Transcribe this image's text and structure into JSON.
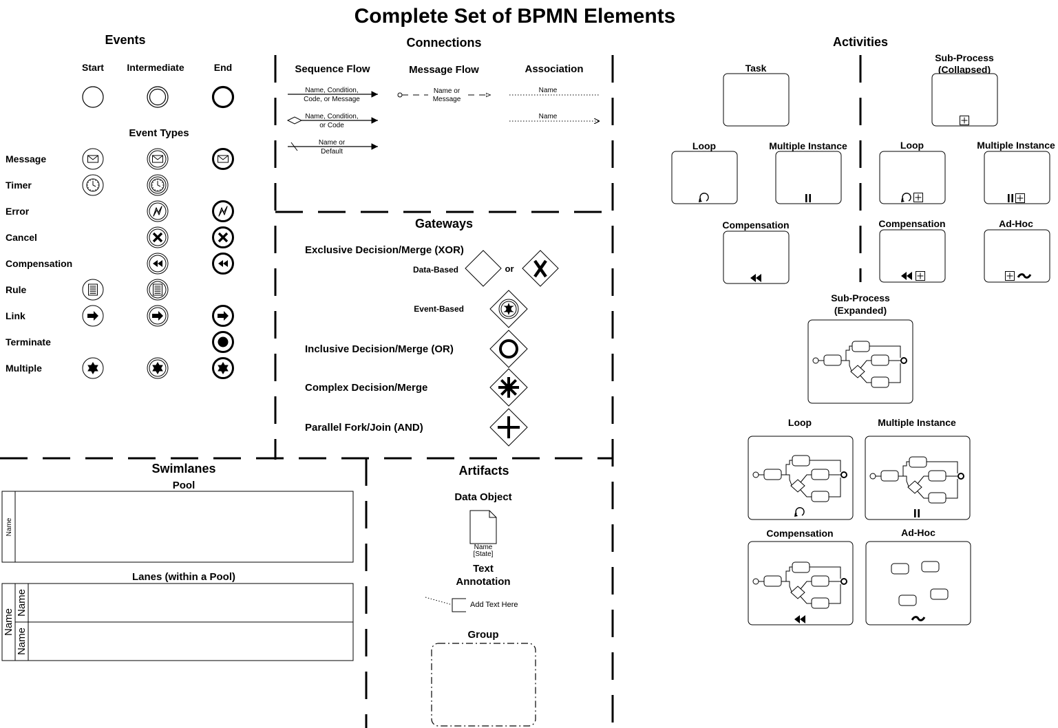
{
  "title": "Complete Set of BPMN Elements",
  "events": {
    "heading": "Events",
    "columns": [
      "Start",
      "Intermediate",
      "End"
    ],
    "types_heading": "Event Types",
    "types": [
      {
        "label": "Message",
        "icon": "envelope-icon",
        "start": true,
        "intermediate": true,
        "end": true
      },
      {
        "label": "Timer",
        "icon": "clock-icon",
        "start": true,
        "intermediate": true,
        "end": false
      },
      {
        "label": "Error",
        "icon": "lightning-icon",
        "start": false,
        "intermediate": true,
        "end": true
      },
      {
        "label": "Cancel",
        "icon": "x-icon",
        "start": false,
        "intermediate": true,
        "end": true
      },
      {
        "label": "Compensation",
        "icon": "rewind-icon",
        "start": false,
        "intermediate": true,
        "end": true
      },
      {
        "label": "Rule",
        "icon": "document-lines-icon",
        "start": true,
        "intermediate": true,
        "end": false
      },
      {
        "label": "Link",
        "icon": "arrow-right-icon",
        "start": true,
        "intermediate": true,
        "end": true
      },
      {
        "label": "Terminate",
        "icon": "filled-circle-icon",
        "start": false,
        "intermediate": false,
        "end": true
      },
      {
        "label": "Multiple",
        "icon": "star-icon",
        "start": true,
        "intermediate": true,
        "end": true
      }
    ]
  },
  "connections": {
    "heading": "Connections",
    "sequence_flow": {
      "heading": "Sequence Flow",
      "items": [
        {
          "line1": "Name, Condition,",
          "line2": "Code, or Message",
          "marker": "normal"
        },
        {
          "line1": "Name, Condition,",
          "line2": "or Code",
          "marker": "conditional"
        },
        {
          "line1": "Name or",
          "line2": "Default",
          "marker": "default"
        }
      ]
    },
    "message_flow": {
      "heading": "Message Flow",
      "line1": "Name or",
      "line2": "Message"
    },
    "association": {
      "heading": "Association",
      "items": [
        "Name",
        "Name"
      ]
    }
  },
  "gateways": {
    "heading": "Gateways",
    "xor": {
      "label": "Exclusive Decision/Merge (XOR)",
      "data_based": "Data-Based",
      "or": "or",
      "event_based": "Event-Based"
    },
    "items": [
      {
        "label": "Inclusive Decision/Merge (OR)",
        "marker": "circle-icon"
      },
      {
        "label": "Complex Decision/Merge",
        "marker": "asterisk-icon"
      },
      {
        "label": "Parallel Fork/Join (AND)",
        "marker": "plus-icon"
      }
    ]
  },
  "swimlanes": {
    "heading": "Swimlanes",
    "pool": {
      "heading": "Pool",
      "name": "Name"
    },
    "lanes": {
      "heading": "Lanes (within a Pool)",
      "pool_name": "Name",
      "lane_names": [
        "Name",
        "Name"
      ]
    }
  },
  "artifacts": {
    "heading": "Artifacts",
    "data_object": {
      "heading": "Data Object",
      "name": "Name",
      "state": "[State]"
    },
    "text_annotation": {
      "heading_line1": "Text",
      "heading_line2": "Annotation",
      "text": "Add Text Here"
    },
    "group": {
      "heading": "Group"
    }
  },
  "activities": {
    "heading": "Activities",
    "task": {
      "label": "Task",
      "variants": [
        "Loop",
        "Multiple Instance",
        "Compensation"
      ]
    },
    "subprocess_collapsed": {
      "label_line1": "Sub-Process",
      "label_line2": "(Collapsed)",
      "variants": [
        "Loop",
        "Multiple Instance",
        "Compensation",
        "Ad-Hoc"
      ]
    },
    "subprocess_expanded": {
      "label_line1": "Sub-Process",
      "label_line2": "(Expanded)",
      "variants": [
        "Loop",
        "Multiple Instance",
        "Compensation",
        "Ad-Hoc"
      ]
    }
  }
}
